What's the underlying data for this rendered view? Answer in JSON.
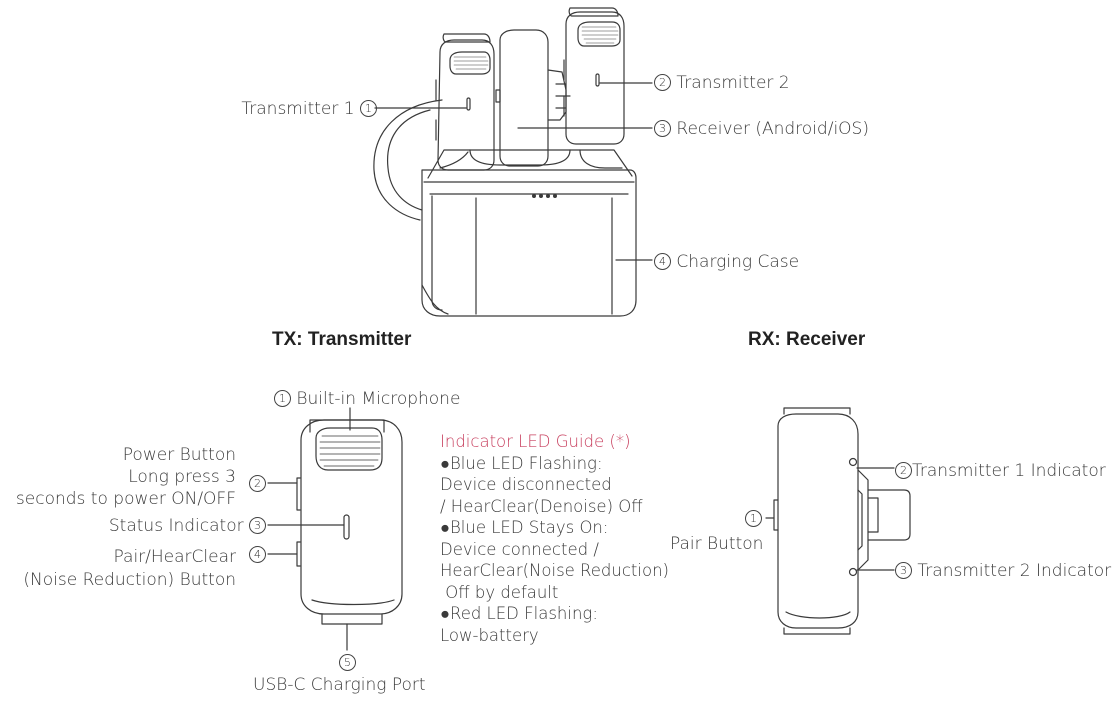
{
  "top": {
    "labels": [
      {
        "num": "1",
        "text": "Transmitter 1"
      },
      {
        "num": "2",
        "text": "Transmitter 2"
      },
      {
        "num": "3",
        "text": "Receiver (Android/iOS)"
      },
      {
        "num": "4",
        "text": "Charging Case"
      }
    ]
  },
  "tx": {
    "heading": "TX: Transmitter",
    "labels": [
      {
        "num": "1",
        "text": "Built-in Microphone"
      },
      {
        "num": "2",
        "lines": [
          "Power Button",
          "Long press 3",
          "seconds to power ON/OFF"
        ]
      },
      {
        "num": "3",
        "text": "Status Indicator"
      },
      {
        "num": "4",
        "lines": [
          "Pair/HearClear",
          "(Noise Reduction) Button"
        ]
      },
      {
        "num": "5",
        "text": "USB-C Charging Port"
      }
    ]
  },
  "led": {
    "title": "Indicator LED Guide (*)",
    "items": [
      {
        "bullet": "●",
        "lines": [
          "Blue LED Flashing:",
          "Device disconnected",
          "/ HearClear(Denoise) Off"
        ]
      },
      {
        "bullet": "●",
        "lines": [
          "Blue LED Stays On:",
          "Device connected /",
          "HearClear(Noise Reduction)",
          " Off by default"
        ]
      },
      {
        "bullet": "●",
        "lines": [
          "Red LED Flashing:",
          "Low-battery"
        ]
      }
    ]
  },
  "rx": {
    "heading": "RX: Receiver",
    "labels": [
      {
        "num": "1",
        "text": "Pair Button"
      },
      {
        "num": "2",
        "text": "Transmitter 1 Indicator"
      },
      {
        "num": "3",
        "text": "Transmitter 2 Indicator"
      }
    ]
  },
  "colors": {
    "line": "#3a3a3a",
    "accent": "#c8405f"
  }
}
